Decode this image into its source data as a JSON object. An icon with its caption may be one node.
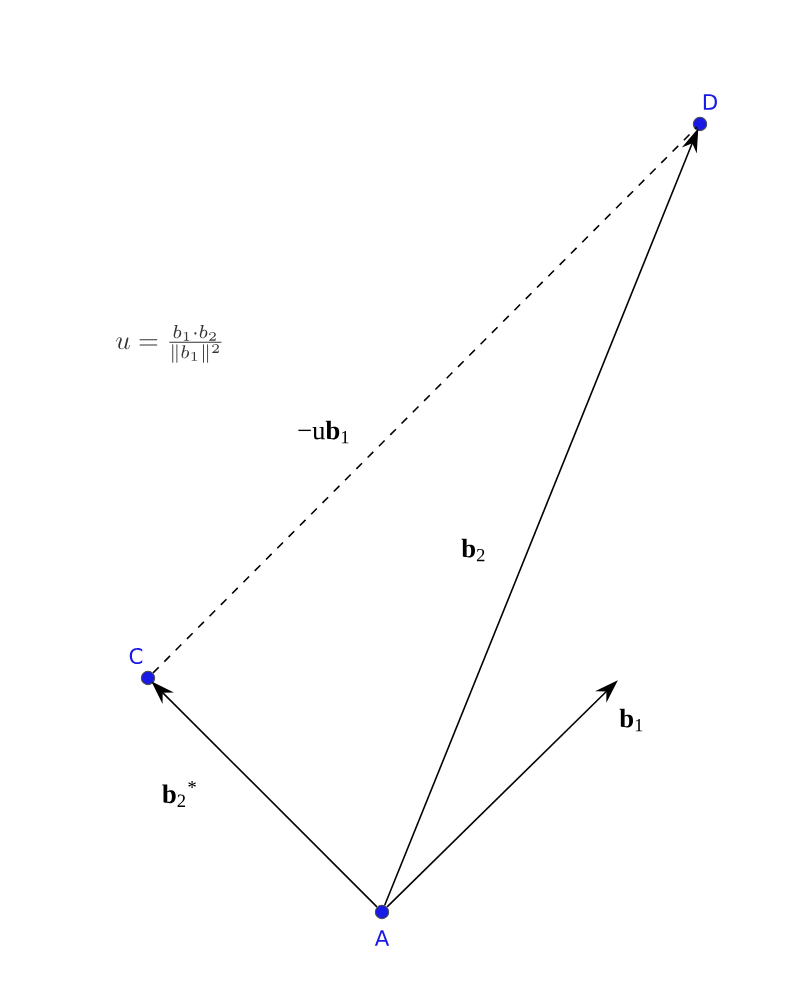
{
  "diagram": {
    "nodes": [
      {
        "text": [
          "A"
        ]
      },
      {
        "text": [
          "C"
        ]
      },
      {
        "text": [
          "D"
        ]
      }
    ],
    "edges": [
      {
        "from": 0,
        "to": null,
        "arrow": "to",
        "label": "**b**$_{1}$"
      },
      {
        "from": 0,
        "to": 2,
        "arrow": "to",
        "label": "**b**$_{2}$"
      },
      {
        "from": 0,
        "to": 1,
        "arrow": "to",
        "label": "**b**$_{2}$$^{*}$"
      },
      {
        "from": 1,
        "to": 2,
        "arrow": "none",
        "style": "dashed",
        "label": "−u**b**$_{1}$"
      }
    ],
    "labels": [
      "u = \\frac{b_1 \\cdot b_2}{\\|b_1\\|^2}"
    ]
  }
}
